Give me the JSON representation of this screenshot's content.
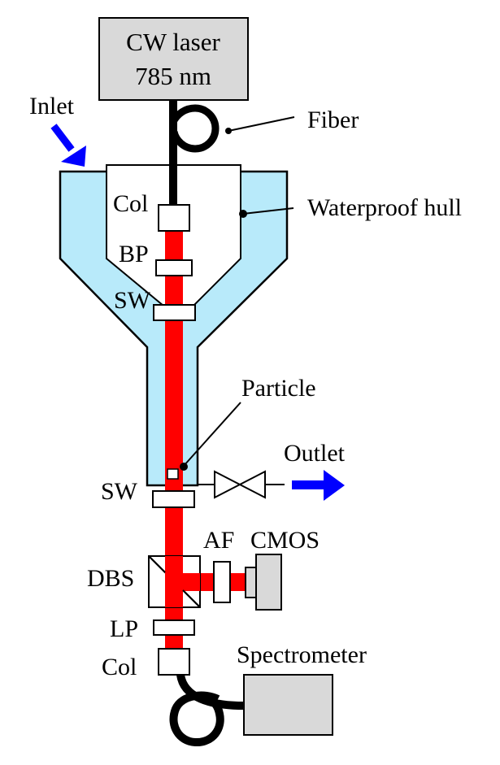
{
  "diagram": {
    "title": "Raman particle measurement setup",
    "colors": {
      "laser_beam": "#ff0000",
      "hull_fill": "#b8eafa",
      "device_fill": "#d9d9d9",
      "fiber": "#000000",
      "flow_arrow": "#0000ff"
    },
    "laser": {
      "line1": "CW laser",
      "line2": "785 nm"
    },
    "labels": {
      "fiber": "Fiber",
      "inlet": "Inlet",
      "waterproof_hull": "Waterproof hull",
      "col_top": "Col",
      "bp": "BP",
      "sw_top": "SW",
      "particle": "Particle",
      "outlet": "Outlet",
      "sw_bottom": "SW",
      "af": "AF",
      "cmos": "CMOS",
      "dbs": "DBS",
      "lp": "LP",
      "col_bottom": "Col",
      "spectrometer": "Spectrometer"
    }
  }
}
